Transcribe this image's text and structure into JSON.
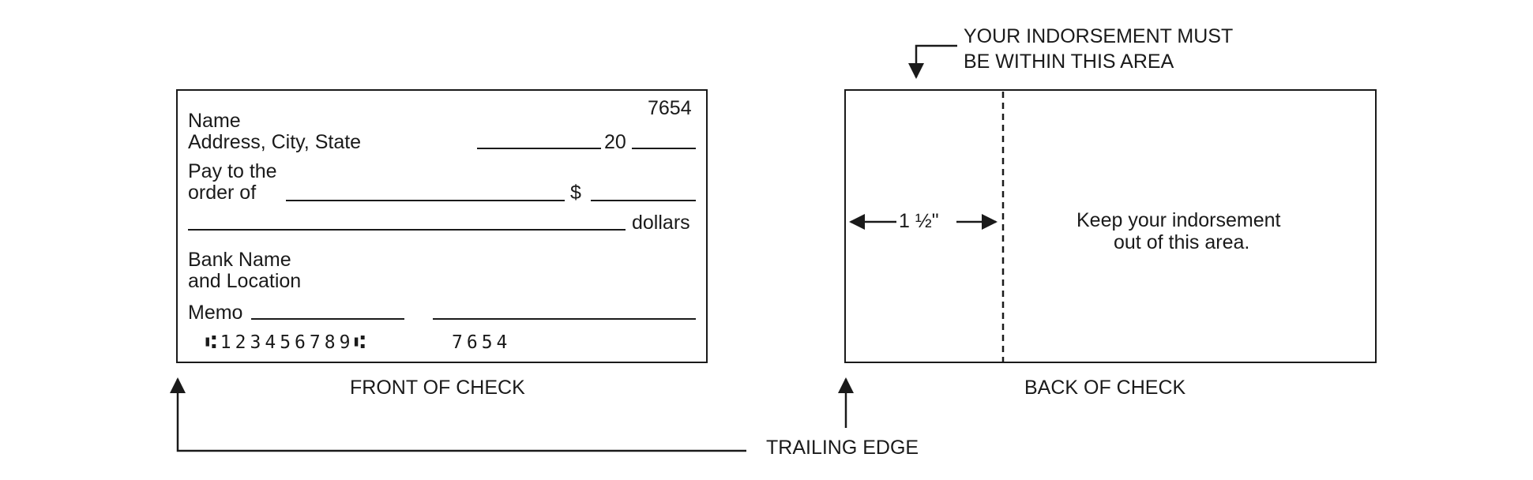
{
  "indorsement_note": {
    "line1": "YOUR INDORSEMENT MUST",
    "line2": "BE WITHIN THIS AREA"
  },
  "front": {
    "check_number": "7654",
    "name": "Name",
    "address": "Address, City, State",
    "date_year_prefix": "20",
    "pay_to_line1": "Pay to the",
    "pay_to_line2": "order of",
    "dollar_sign": "$",
    "dollars": "dollars",
    "bank_line1": "Bank Name",
    "bank_line2": "and Location",
    "memo": "Memo",
    "micr_routing": "⑆123456789⑆",
    "micr_check": "7654",
    "caption": "FRONT OF CHECK"
  },
  "back": {
    "measure": "1 ½\"",
    "keep_out_line1": "Keep your indorsement",
    "keep_out_line2": "out of this area.",
    "caption": "BACK OF CHECK"
  },
  "trailing_edge": "TRAILING EDGE"
}
